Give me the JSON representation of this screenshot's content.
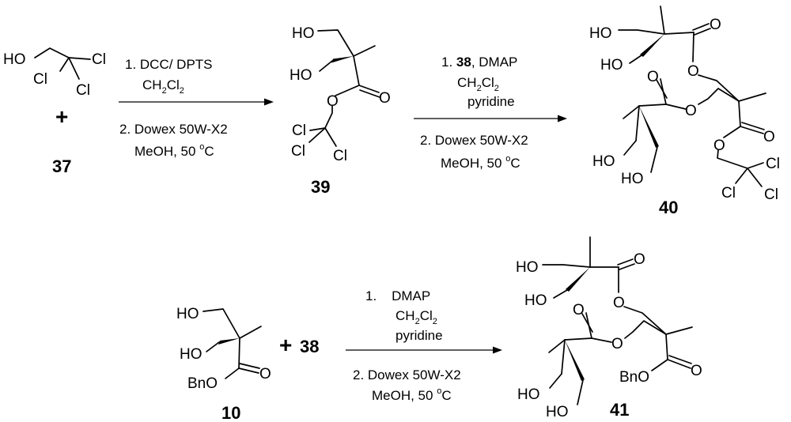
{
  "scheme": {
    "compounds": {
      "trichloroethanol": {
        "ho": "HO",
        "cl_a": "Cl",
        "cl_b": "Cl",
        "cl_c": "Cl"
      },
      "c37": {
        "label": "37"
      },
      "plus_top": "+",
      "c39": {
        "label": "39",
        "ho_a": "HO",
        "ho_b": "HO",
        "o_ester": "O",
        "o_carbonyl": "O",
        "cl_a": "Cl",
        "cl_b": "Cl",
        "cl_c": "Cl"
      },
      "c40": {
        "label": "40",
        "ho_a": "HO",
        "ho_b": "HO",
        "ho_c": "HO",
        "ho_d": "HO",
        "o_a": "O",
        "o_b": "O",
        "o_c": "O",
        "o_d": "O",
        "o_e": "O",
        "o_f": "O",
        "cl_a": "Cl",
        "cl_b": "Cl",
        "cl_c": "Cl"
      },
      "c10": {
        "label": "10",
        "ho_a": "HO",
        "ho_b": "HO",
        "bno": "BnO",
        "o_carbonyl": "O"
      },
      "plus_bottom": "+",
      "ref38": "38",
      "c41": {
        "label": "41",
        "ho_a": "HO",
        "ho_b": "HO",
        "ho_c": "HO",
        "ho_d": "HO",
        "o_a": "O",
        "o_b": "O",
        "o_c": "O",
        "o_d": "O",
        "o_e": "O",
        "bno": "BnO"
      }
    },
    "conditions": {
      "step1": {
        "line1": "1. DCC/ DPTS",
        "solvent": {
          "a": "CH",
          "sub1": "2",
          "b": "Cl",
          "sub2": "2"
        },
        "line3": "2. Dowex 50W-X2",
        "line4": {
          "a": "MeOH, 50 ",
          "sup": "o",
          "b": "C"
        }
      },
      "step2": {
        "line1": {
          "a": "1. ",
          "ref": "38",
          "b": ", DMAP"
        },
        "solvent": {
          "a": "CH",
          "sub1": "2",
          "b": "Cl",
          "sub2": "2"
        },
        "line3": "pyridine",
        "line4": "2. Dowex 50W-X2",
        "line5": {
          "a": "MeOH, 50 ",
          "sup": "o",
          "b": "C"
        }
      },
      "step3": {
        "line1": "1.    DMAP",
        "solvent": {
          "a": "CH",
          "sub1": "2",
          "b": "Cl",
          "sub2": "2"
        },
        "line3": "pyridine",
        "line4": "2. Dowex 50W-X2",
        "line5": {
          "a": "MeOH, 50 ",
          "sup": "o",
          "b": "C"
        }
      }
    }
  }
}
